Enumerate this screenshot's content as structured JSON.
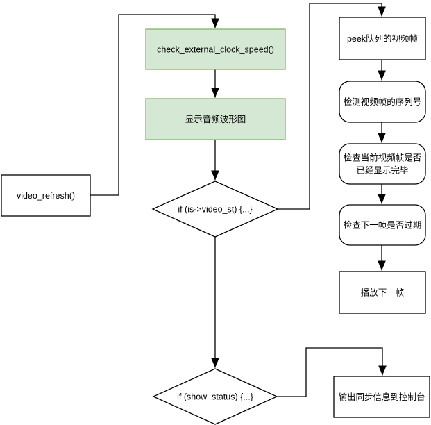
{
  "diagram_type": "flowchart",
  "nodes": {
    "video_refresh": {
      "label": "video_refresh()"
    },
    "check_external_clock_speed": {
      "label": "check_external_clock_speed()"
    },
    "show_audio_waveform": {
      "label": "显示音频波形图"
    },
    "if_video_st": {
      "label": "if (is->video_st) {...}"
    },
    "if_show_status": {
      "label": "if (show_status) {...}"
    },
    "peek_video_frame": {
      "label": "peek队列的视频帧"
    },
    "check_frame_serial": {
      "label": "检测视频帧的序列号"
    },
    "check_current_frame": {
      "label_line1": "检查当前视频帧是否",
      "label_line2": "已经显示完毕"
    },
    "check_next_frame_expired": {
      "label": "检查下一帧是否过期"
    },
    "play_next_frame": {
      "label": "播放下一帧"
    },
    "output_sync_info": {
      "label": "输出同步信息到控制台"
    }
  },
  "edges": [
    {
      "from": "video_refresh",
      "to": "check_external_clock_speed"
    },
    {
      "from": "check_external_clock_speed",
      "to": "show_audio_waveform"
    },
    {
      "from": "show_audio_waveform",
      "to": "if_video_st"
    },
    {
      "from": "if_video_st",
      "to": "peek_video_frame"
    },
    {
      "from": "if_video_st",
      "to": "if_show_status"
    },
    {
      "from": "peek_video_frame",
      "to": "check_frame_serial"
    },
    {
      "from": "check_frame_serial",
      "to": "check_current_frame"
    },
    {
      "from": "check_current_frame",
      "to": "check_next_frame_expired"
    },
    {
      "from": "check_next_frame_expired",
      "to": "play_next_frame"
    },
    {
      "from": "if_show_status",
      "to": "output_sync_info"
    }
  ],
  "colors": {
    "background": "#ffffff",
    "process_fill": "#d5e8d4",
    "process_stroke": "#82b366",
    "shape_fill": "#ffffff",
    "shape_stroke": "#000000",
    "connector": "#000000",
    "text": "#000000"
  }
}
